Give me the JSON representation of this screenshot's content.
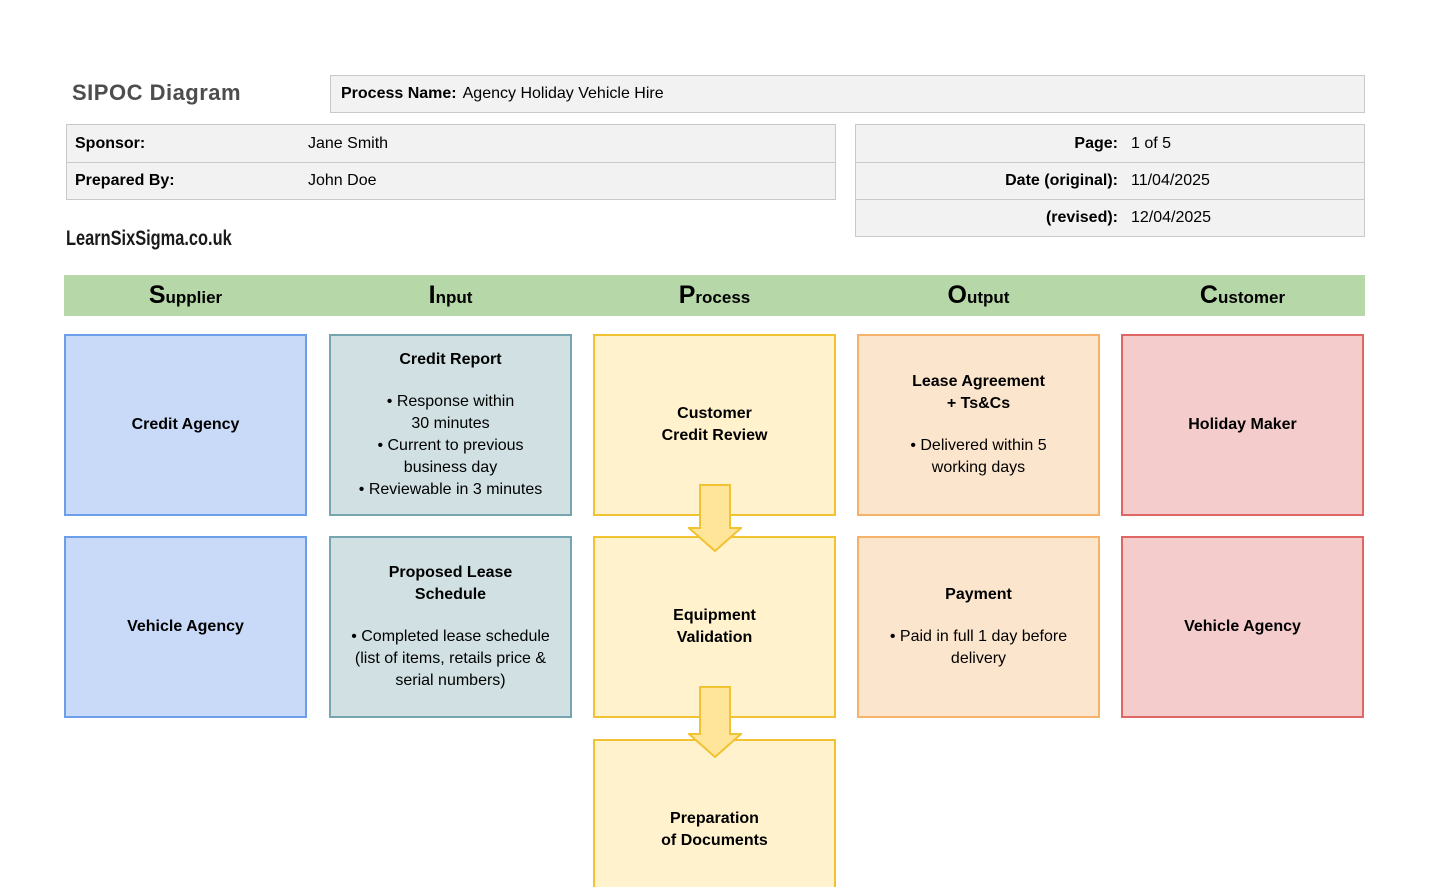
{
  "header": {
    "title": "SIPOC Diagram",
    "process_name_label": "Process Name:",
    "process_name_value": "Agency Holiday Vehicle Hire",
    "sponsor_label": "Sponsor:",
    "sponsor_value": "Jane Smith",
    "prepared_by_label": "Prepared By:",
    "prepared_by_value": "John Doe",
    "page_label": "Page:",
    "page_value": "1 of 5",
    "date_original_label": "Date (original):",
    "date_original_value": "11/04/2025",
    "date_revised_label": "(revised):",
    "date_revised_value": "12/04/2025"
  },
  "logo_text": "LearnSixSigma.co.uk",
  "columns": [
    "Supplier",
    "Input",
    "Process",
    "Output",
    "Customer"
  ],
  "grid": {
    "supplier": [
      {
        "title": "Credit Agency"
      },
      {
        "title": "Vehicle Agency"
      }
    ],
    "input": [
      {
        "title": "Credit Report",
        "details": "• Response within\n30 minutes\n• Current to previous\nbusiness day\n• Reviewable in 3 minutes"
      },
      {
        "title": "Proposed Lease\nSchedule",
        "details": "• Completed lease schedule\n(list of items, retails price &\nserial numbers)"
      }
    ],
    "process": [
      {
        "title": "Customer\nCredit Review"
      },
      {
        "title": "Equipment\nValidation"
      },
      {
        "title": "Preparation\nof Documents"
      }
    ],
    "output": [
      {
        "title": "Lease Agreement\n+ Ts&Cs",
        "details": "• Delivered within 5\nworking days"
      },
      {
        "title": "Payment",
        "details": "• Paid in full 1 day before\ndelivery"
      }
    ],
    "customer": [
      {
        "title": "Holiday Maker"
      },
      {
        "title": "Vehicle Agency"
      }
    ]
  },
  "colors": {
    "header_bar": "#b6d7a8",
    "supplier_fill": "#c9daf8",
    "supplier_border": "#6d9eeb",
    "input_fill": "#d0e0e3",
    "input_border": "#76a5af",
    "process_fill": "#fff2cc",
    "process_border": "#f1c232",
    "output_fill": "#fce5cd",
    "output_border": "#f6b26b",
    "customer_fill": "#f4cccc",
    "customer_border": "#e06666",
    "arrow_fill": "#ffe599",
    "arrow_border": "#f1c232",
    "title_text": "#4d4d4d",
    "table_fill": "#f2f2f2",
    "table_border": "#c9c9c9"
  }
}
